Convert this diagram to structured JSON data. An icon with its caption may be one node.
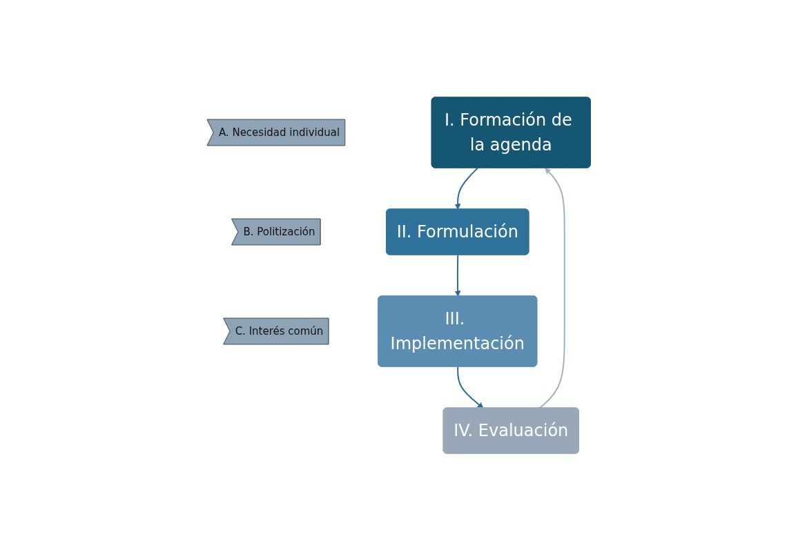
{
  "diagram": {
    "nodes": [
      {
        "text": [
          "A. Necesidad individual"
        ]
      },
      {
        "text": [
          "B. Politización"
        ]
      },
      {
        "text": [
          "C. Interés común"
        ]
      },
      {
        "text": [
          "I. Formación de la agenda"
        ]
      },
      {
        "text": [
          "II. Formulación"
        ]
      },
      {
        "text": [
          "III. Implementación"
        ]
      },
      {
        "text": [
          "IV. Evaluación"
        ]
      }
    ],
    "edges": [
      {
        "from": 3,
        "to": 4,
        "arrow": "to"
      },
      {
        "from": 4,
        "to": 5,
        "arrow": "to"
      },
      {
        "from": 5,
        "to": 6,
        "arrow": "to"
      },
      {
        "from": 6,
        "to": 3,
        "arrow": "to",
        "color": "#a3b1bf"
      }
    ]
  }
}
